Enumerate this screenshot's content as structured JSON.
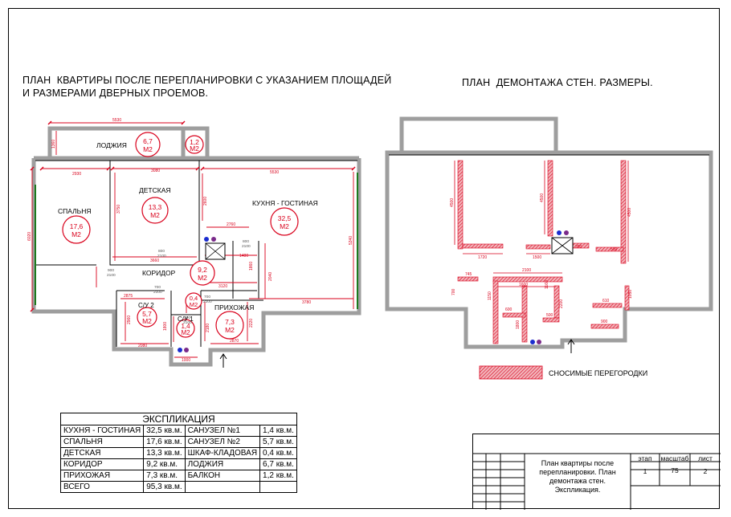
{
  "title_left": "ПЛАН  КВАРТИРЫ ПОСЛЕ ПЕРЕПЛАНИРОВКИ С УКАЗАНИЕМ ПЛОЩАДЕЙ\nИ РАЗМЕРАМИ ДВЕРНЫХ ПРОЕМОВ.",
  "title_right": "ПЛАН  ДЕМОНТАЖА СТЕН. РАЗМЕРЫ.",
  "rooms": {
    "loggia": "ЛОДЖИЯ",
    "bedroom": "СПАЛЬНЯ",
    "kids": "ДЕТСКАЯ",
    "kitchen": "КУХНЯ - ГОСТИНАЯ",
    "corridor": "КОРИДОР",
    "bath2": "С/У 2",
    "bath1": "С/У 1",
    "hall": "ПРИХОЖАЯ"
  },
  "areas": {
    "loggia": "6,7",
    "balcony": "1,2",
    "kids": "13,3",
    "kitchen": "32,5",
    "bedroom": "17,6",
    "corridor": "9,2",
    "closet": "0,4",
    "bath2": "5,7",
    "bath1": "1,4",
    "hall": "7,3",
    "unit": "М2"
  },
  "dims_left": {
    "top": "5530",
    "loggia_h": "1360",
    "bed_w": "2930",
    "kids_w": "3080",
    "kit_w": "5530",
    "bed_h": "6020",
    "kids_h": "3750",
    "k_door": "2760",
    "k_h": "5340",
    "d800": "800",
    "d2100": "2100",
    "c3660": "3660",
    "c1480": "1480",
    "c3120": "3120",
    "c2040": "2040",
    "h3780": "3780",
    "d700": "700",
    "d900": "900",
    "b2875": "2875",
    "b2080": "2080",
    "b2870": "2870",
    "b1000": "1000",
    "b1800": "1800",
    "b1200": "1200",
    "v2600": "2600",
    "v2180": "2180",
    "v2220": "2220",
    "v1860": "1860",
    "v2960": "2960"
  },
  "dims_right": {
    "a": "4500",
    "b": "1720",
    "c": "1500",
    "d": "4500",
    "e": "4500",
    "f": "500",
    "g": "280",
    "h": "2100",
    "i": "1600",
    "j": "745",
    "k": "700",
    "l": "1150",
    "m": "600",
    "n": "1800",
    "o": "2200",
    "p": "500",
    "q": "610",
    "r": "900",
    "s": "1050",
    "t": "1160"
  },
  "legend": "СНОСИМЫЕ ПЕРЕГОРОДКИ",
  "explication": {
    "header": "ЭКСПЛИКАЦИЯ",
    "rows": [
      [
        "КУХНЯ - ГОСТИНАЯ",
        "32,5 кв.м.",
        "САНУЗЕЛ №1",
        "1,4 кв.м."
      ],
      [
        "СПАЛЬНЯ",
        "17,6 кв.м.",
        "САНУЗЕЛ №2",
        "5,7 кв.м."
      ],
      [
        "ДЕТСКАЯ",
        "13,3 кв.м.",
        "ШКАФ-КЛАДОВАЯ",
        "0,4 кв.м."
      ],
      [
        "КОРИДОР",
        "9,2 кв.м.",
        "ЛОДЖИЯ",
        "6,7 кв.м."
      ],
      [
        "ПРИХОЖАЯ",
        "7,3 кв.м.",
        "БАЛКОН",
        "1,2 кв.м."
      ],
      [
        "ВСЕГО",
        "95,3 кв.м.",
        "",
        ""
      ]
    ]
  },
  "stamp": {
    "description": "План квартиры после перепланировки. План демонтажа стен. Экспликация.",
    "h_stage": "этап",
    "h_scale": "масштаб",
    "h_sheet": "лист",
    "stage": "1",
    "scale": "75",
    "sheet": "2"
  },
  "colors": {
    "wall": "#9e9e9e",
    "dimension": "#d9001b",
    "window_green": "#1d7a1d",
    "fixture_blue": "#1a2ccf",
    "fixture_purple": "#7a2a8a"
  }
}
